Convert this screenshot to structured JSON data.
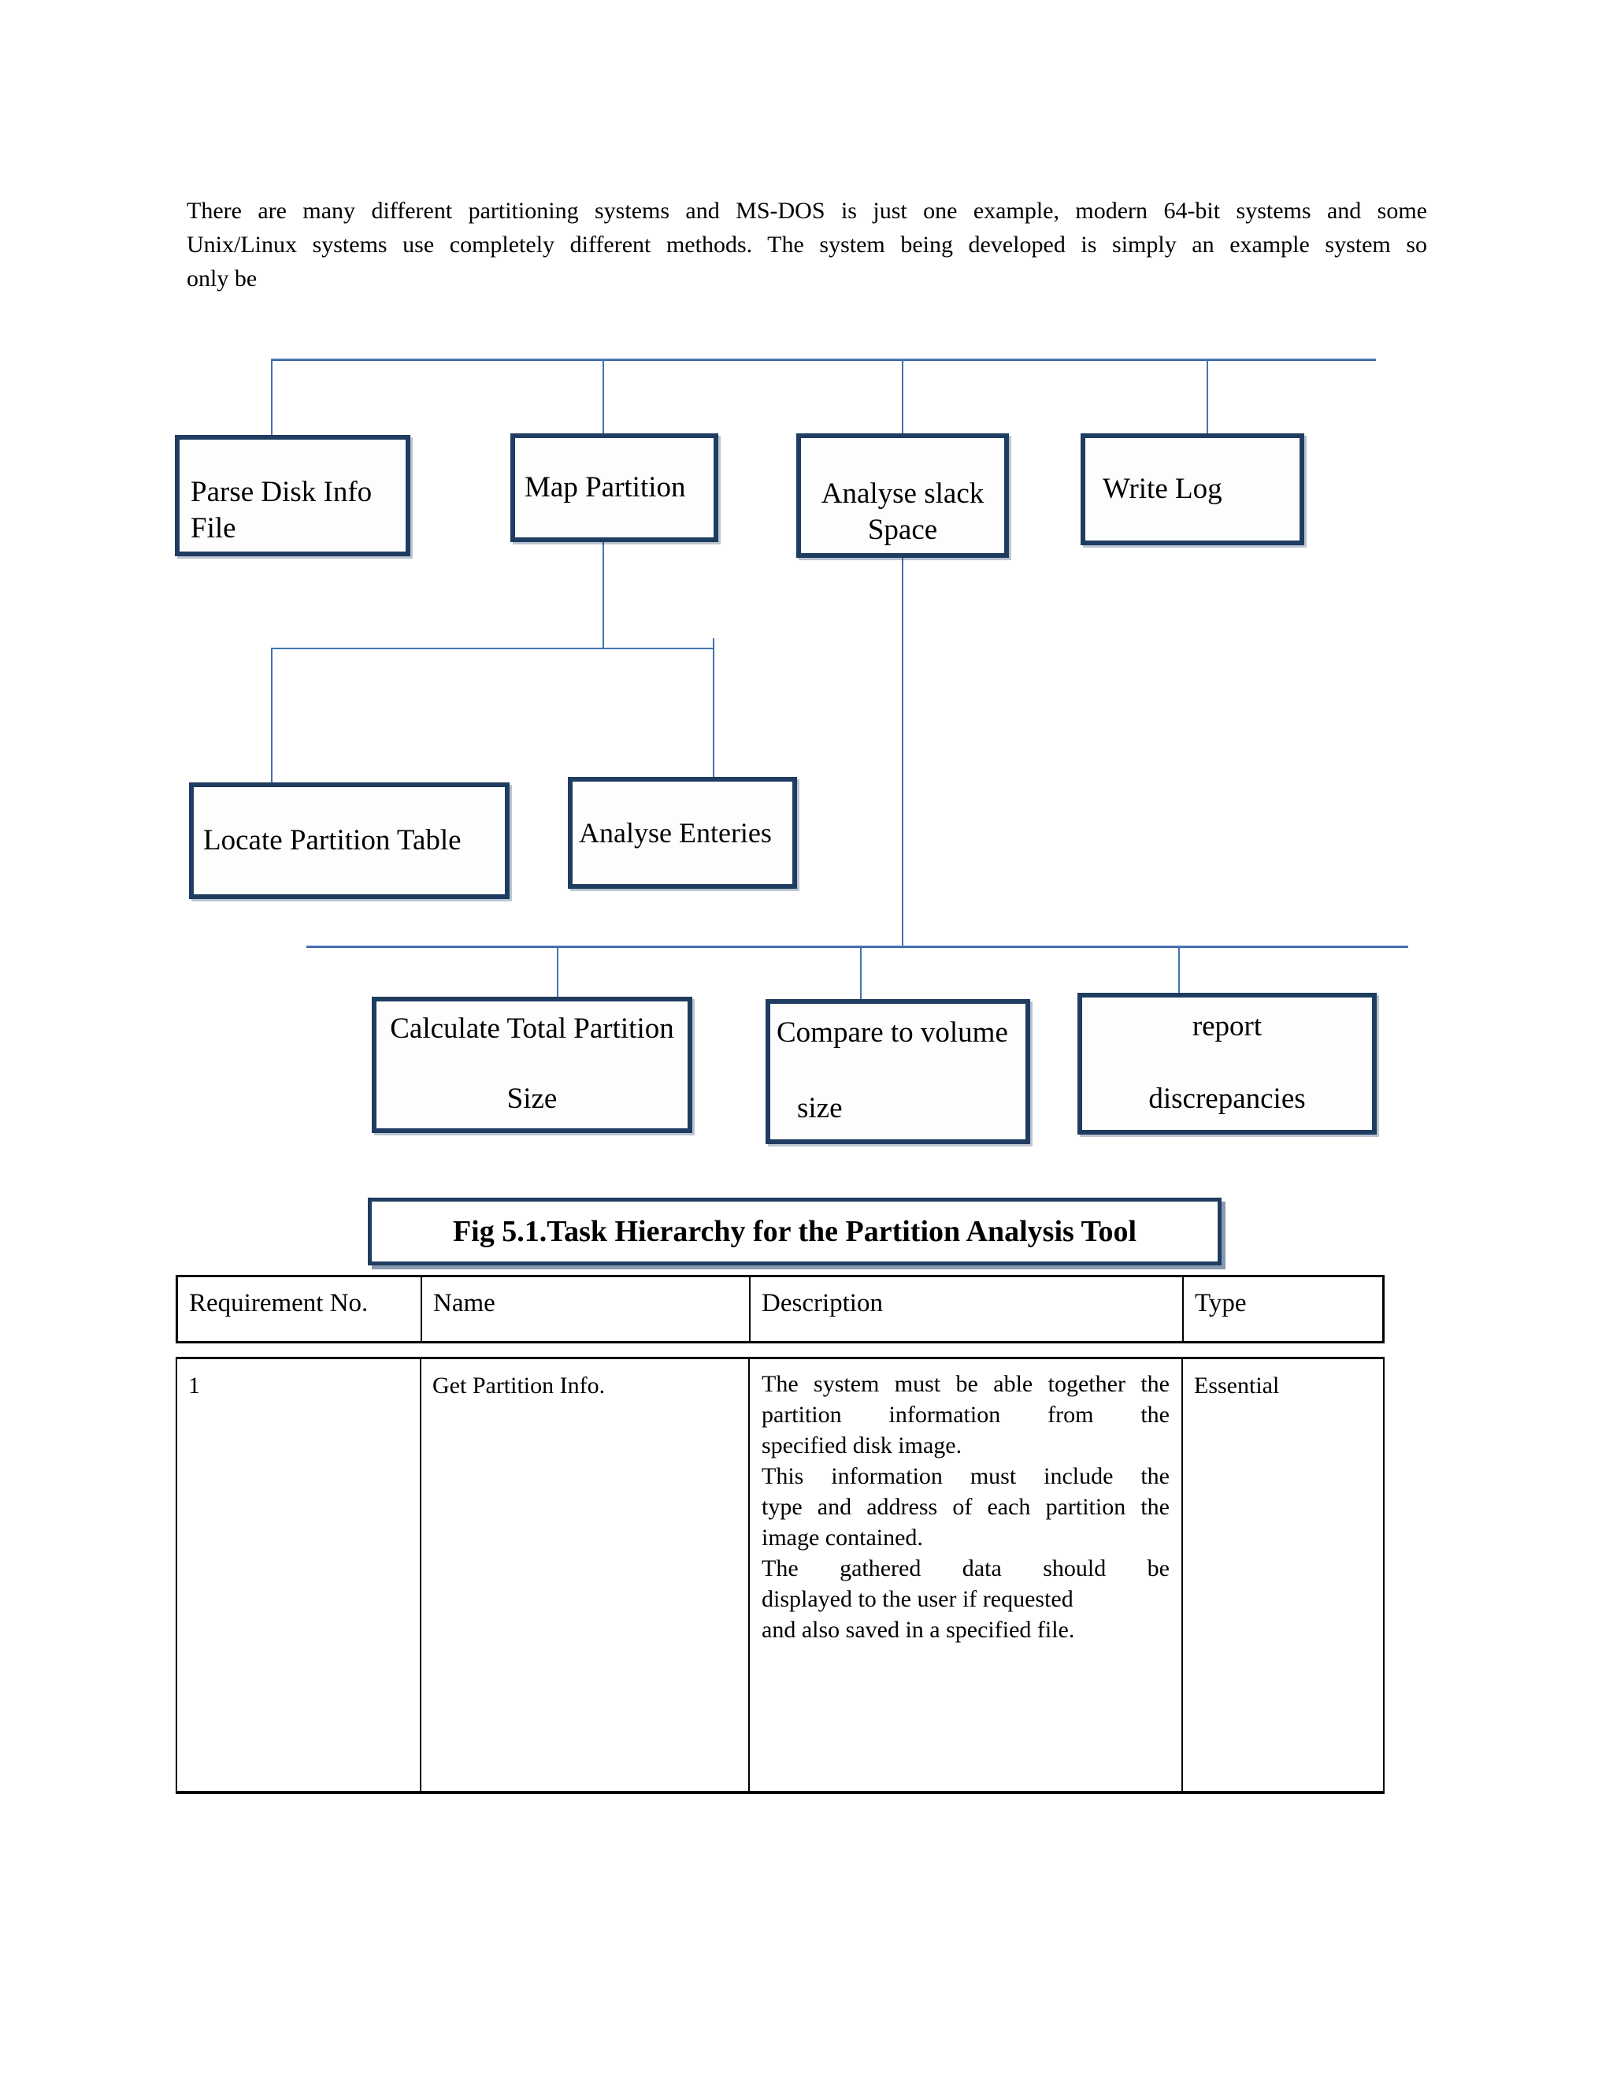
{
  "intro_paragraph": {
    "full_text": "There are many different partitioning systems and MS-DOS is just one example, modern 64-bit systems and some Unix/Linux systems use completely different methods. The system being developed is simply an example system so only be",
    "lines": [
      {
        "text": "There are many different partitioning systems and MS-DOS is just one example, modern 64-bit systems and some",
        "justify": true
      },
      {
        "text": "Unix/Linux systems use completely different methods. The system being developed is simply an example system so",
        "justify": true
      },
      {
        "text": "only be",
        "justify": false
      }
    ]
  },
  "diagram": {
    "boxes": {
      "parse_disk_info_file": {
        "label": "Parse Disk Info File"
      },
      "map_partition": {
        "label": "Map Partition"
      },
      "analyse_slack_space": {
        "label": "Analyse slack Space"
      },
      "write_log": {
        "label": "Write Log"
      },
      "locate_partition_table": {
        "label": "Locate Partition Table"
      },
      "analyse_enteries": {
        "label": "Analyse Enteries"
      },
      "calculate_total_partition_size": {
        "line1": "Calculate Total Partition",
        "line2": "Size"
      },
      "compare_to_volume_size": {
        "line1": "Compare to volume",
        "line2": "size"
      },
      "report_discrepancies": {
        "line1": "report",
        "line2": "discrepancies"
      }
    }
  },
  "figure_caption": "Fig 5.1.Task Hierarchy for the Partition Analysis Tool",
  "table": {
    "headers": [
      "Requirement No.",
      "Name",
      "Description",
      "Type"
    ],
    "row": {
      "requirement_no": "1",
      "name": "Get Partition Info.",
      "type": "Essential",
      "description_lines": [
        {
          "text": "The system must be able together the",
          "justify": true
        },
        {
          "text": "partition information from the",
          "justify": true
        },
        {
          "text": "specified disk image.",
          "justify": false
        },
        {
          "text": "This information must include the",
          "justify": true
        },
        {
          "text": "type and address of each partition the",
          "justify": true
        },
        {
          "text": "image contained.",
          "justify": false
        },
        {
          "text": "The gathered data should be",
          "justify": true
        },
        {
          "text": "displayed to the user if requested",
          "justify": false
        },
        {
          "text": "and also saved in a specified file.",
          "justify": false
        }
      ]
    }
  },
  "colors": {
    "box_border": "#1f3c61",
    "connector": "#4273b2",
    "table_border": "#000000",
    "text": "#000000",
    "page_background": "#ffffff"
  }
}
